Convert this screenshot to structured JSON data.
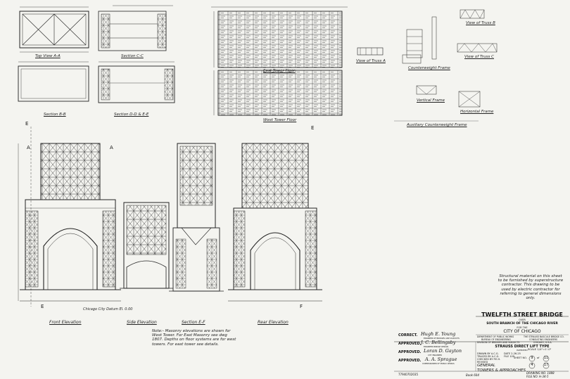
{
  "views": {
    "top_view": "Top View A-A",
    "section_cc": "Section C-C",
    "east_tower_floor": "East Tower Floor",
    "view_truss_b": "View of Truss B",
    "view_truss_a": "View of Truss A",
    "counterweight_frame": "Counterweight Frame",
    "view_truss_c": "View of Truss C",
    "section_bb": "Section B-B",
    "section_dd_ee": "Section D-D & E-E",
    "west_tower_floor": "West Tower Floor",
    "vertical_frame": "Vertical Frame",
    "horizontal_frame": "Horizontal Frame",
    "auxiliary_cw_frame": "Auxiliary Counterweight Frame",
    "front_elevation": "Front Elevation",
    "side_elevation": "Side Elevation",
    "section_ef": "Section E-F",
    "rear_elevation": "Rear Elevation"
  },
  "markers": {
    "e": "E",
    "f": "F",
    "a": "A"
  },
  "datum": "Chicago City Datum El. 0.00",
  "masonry_note": "Note:- Masonry elevations are shown for West Tower. For East Masonry see dwg 1807. Depths on floor systems are for west towers. For east tower see details.",
  "structural_note": "Structural material on this sheet to be furnished by superstructure contractor. This drawing to be used by electric contractor for referring to general dimensions only.",
  "title_block": {
    "bridge": "TWELFTH STREET BRIDGE",
    "over": "OVER",
    "river": "SOUTH BRANCH OF THE CHICAGO RIVER",
    "for_the": "FOR THE",
    "city": "CITY OF CHICAGO",
    "dept": "DEPARTMENT OF PUBLIC WORKS",
    "bureau": "BUREAU OF ENGINEERING",
    "division": "DIVISION OF BRIDGES AND VIADUCTS",
    "company": "THE STRAUSS BASCULE BRIDGE CO.",
    "company_role": "CONSULTING ENGINEERS",
    "company_city": "CHICAGO, U.S.A.",
    "type": "STRAUSS DIRECT LIFT TYPE",
    "patented": "PATENTED",
    "correct_label": "CORRECT.",
    "approved_label_1": "APPROVED.",
    "approved_label_2": "APPROVED.",
    "approved_label_3": "APPROVED.",
    "sig_correct": "Hugh E. Young",
    "sig_approved1": "J. C. Bellingsby",
    "sig_approved2": "Loran D. Gayton",
    "sig_approved3": "A. A. Sprague",
    "role_correct": "ENGINEER OF BRIDGES AND VIADUCTS",
    "role_approved1": "ENGINEER BRIDGE DESIGN",
    "role_approved2": "CITY ENGINEER",
    "role_approved3": "COMMISSIONER OF PUBLIC WORKS",
    "drawn_by": "DRAWN BY  A.C.G.",
    "traced_by": "TRACED BY  A.C.G.",
    "checked_by": "CHECKED BY  P.E.H.",
    "revised": "REVISED",
    "date": "DATE 2-26-25",
    "file_no": "FILE 109",
    "scale": "SCALE 1/4\"=1'-0\"",
    "subject_1": "GENERAL",
    "subject_2": "TOWERS & APPROACHES",
    "sheet_label": "SHEET NO.",
    "sheet_no": "9",
    "sheet_of": "of",
    "sheet_total": "11",
    "orig_no": "4",
    "orig_total": "17",
    "drawing_no": "DRAWING NO. 1888",
    "file_no_bottom": "FILE NO. H-34-5",
    "stamp": "77940702035",
    "book": "Book 604"
  }
}
